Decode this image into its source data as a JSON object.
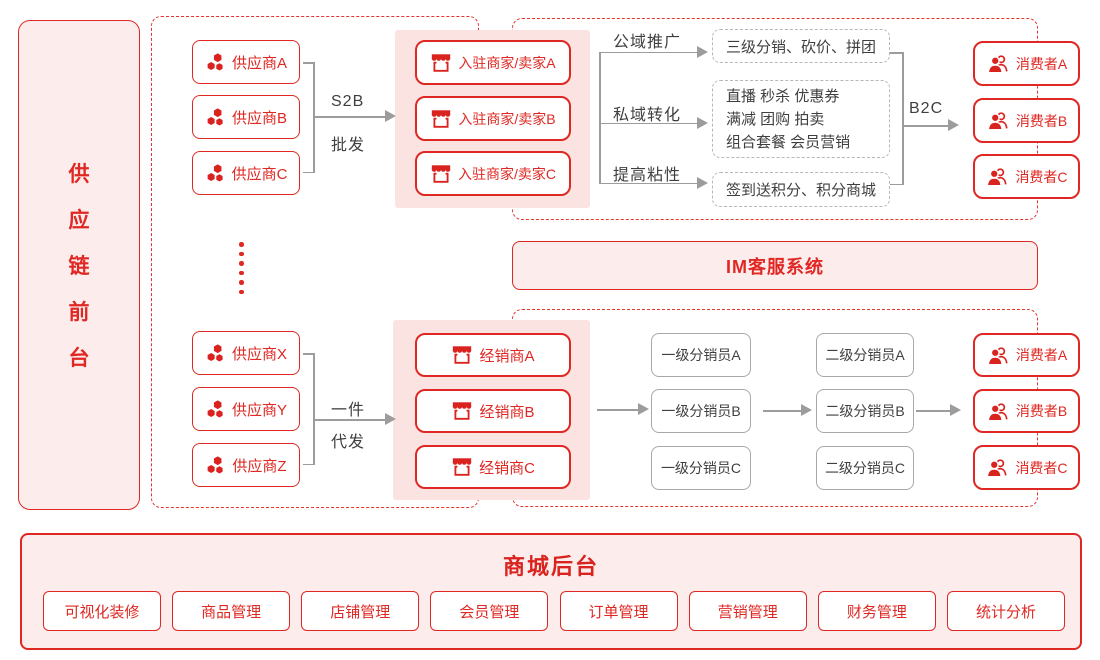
{
  "colors": {
    "red": "#df2823",
    "pink_light": "#fdecec",
    "pink_block": "#fbe3e2",
    "gray_line": "#9c9c9c",
    "gray_border": "#a8a8a8",
    "text_dark": "#3f3f3f"
  },
  "icons": {
    "supplier": "hexagon-cluster-icon",
    "merchant": "storefront-icon",
    "consumer": "users-icon"
  },
  "sidebar": {
    "title_chars": [
      "供",
      "应",
      "链",
      "前",
      "台"
    ]
  },
  "top_flow": {
    "suppliers": [
      "供应商A",
      "供应商B",
      "供应商C"
    ],
    "arrow_label_top": "S2B",
    "arrow_label_bottom": "批发",
    "merchants": [
      "入驻商家/卖家A",
      "入驻商家/卖家B",
      "入驻商家/卖家C"
    ],
    "channel_labels": [
      "公域推广",
      "私域转化",
      "提高粘性"
    ],
    "channel_box1": "三级分销、砍价、拼团",
    "channel_box2_lines": [
      "直播 秒杀 优惠券",
      "满减 团购 拍卖",
      "组合套餐 会员营销"
    ],
    "channel_box3": "签到送积分、积分商城",
    "b2c_label": "B2C",
    "consumers": [
      "消费者A",
      "消费者B",
      "消费者C"
    ]
  },
  "im_bar": {
    "label": "IM客服系统"
  },
  "bottom_flow": {
    "suppliers": [
      "供应商X",
      "供应商Y",
      "供应商Z"
    ],
    "arrow_label_top": "一件",
    "arrow_label_bottom": "代发",
    "dealers": [
      "经销商A",
      "经销商B",
      "经销商C"
    ],
    "level1": [
      "一级分销员A",
      "一级分销员B",
      "一级分销员C"
    ],
    "level2": [
      "二级分销员A",
      "二级分销员B",
      "二级分销员C"
    ],
    "consumers": [
      "消费者A",
      "消费者B",
      "消费者C"
    ]
  },
  "backend": {
    "title": "商城后台",
    "modules": [
      "可视化装修",
      "商品管理",
      "店铺管理",
      "会员管理",
      "订单管理",
      "营销管理",
      "财务管理",
      "统计分析"
    ]
  }
}
